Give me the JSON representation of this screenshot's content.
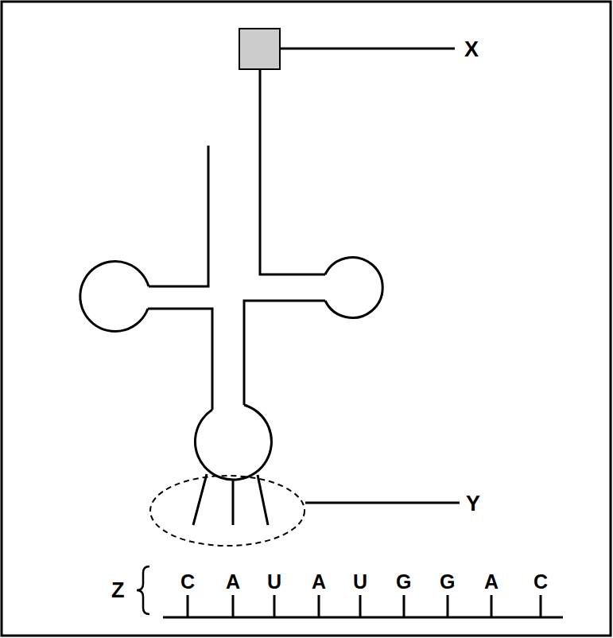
{
  "diagram": {
    "labels": [
      "X",
      "Y",
      "Z",
      "C",
      "A",
      "U",
      "A",
      "U",
      "G",
      "G",
      "A",
      "C"
    ]
  }
}
